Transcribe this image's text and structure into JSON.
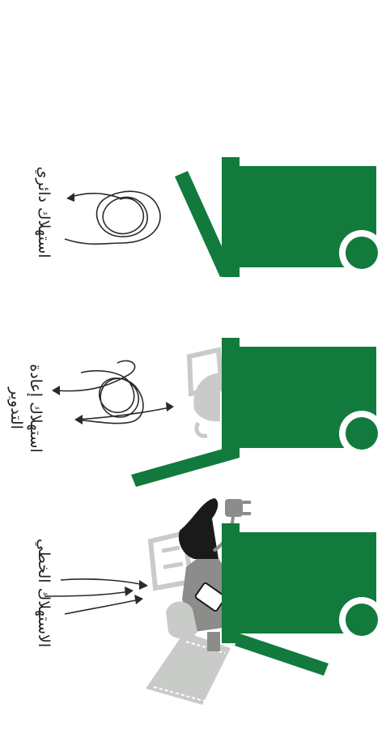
{
  "colors": {
    "bin": "#127a3c",
    "line": "#2a2a2a",
    "waste_gray": "#c9cbc8",
    "waste_dark": "#1a1a1a",
    "waste_mid": "#8b8d8b"
  },
  "stages": [
    {
      "label_lines": [
        "الاستهلاك الخطي"
      ],
      "icon": "straight-arrows-icon"
    },
    {
      "label_lines": [
        "استهلاك إعادة",
        "التدوير"
      ],
      "icon": "partial-loop-icon"
    },
    {
      "label_lines": [
        "استهلاك دائري"
      ],
      "icon": "closed-loop-icon"
    }
  ]
}
